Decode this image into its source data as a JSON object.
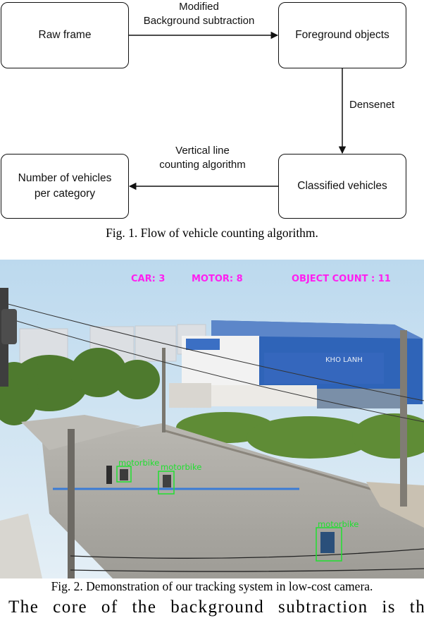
{
  "figure1": {
    "nodes": {
      "raw_frame": "Raw frame",
      "foreground_objects": "Foreground objects",
      "classified_vehicles": "Classified vehicles",
      "number_per_category_line1": "Number of vehicles",
      "number_per_category_line2": "per category"
    },
    "edges": {
      "modified_line1": "Modified",
      "modified_line2": "Background subtraction",
      "densenet": "Densenet",
      "vertical_line1": "Vertical line",
      "vertical_line2": "counting algorithm"
    },
    "caption": "Fig. 1. Flow of vehicle counting algorithm."
  },
  "figure2": {
    "overlay": {
      "car": "CAR: 3",
      "motor": "MOTOR: 8",
      "object_count": "OBJECT COUNT : 11"
    },
    "detections": [
      "motorbike",
      "motorbike",
      "motorbike"
    ],
    "signage": "KHO LANH",
    "colors": {
      "overlay_text": "#ff1ff0",
      "detection_box": "#20e030",
      "counting_line": "#3a7bd5"
    },
    "caption": "Fig. 2. Demonstration of our tracking system in low-cost camera."
  },
  "body": {
    "text": "The core of the background subtraction is the"
  }
}
